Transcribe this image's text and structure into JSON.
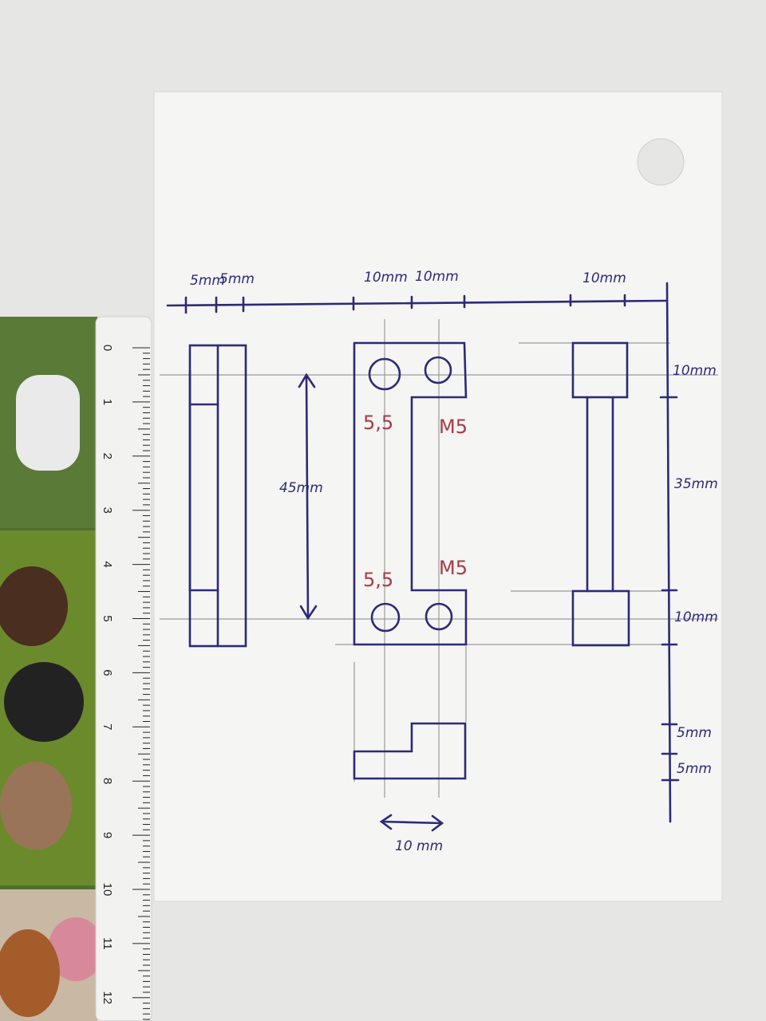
{
  "drawing": {
    "top_dimensions": {
      "left_view": [
        "5mm",
        "5mm"
      ],
      "front_view": [
        "10mm",
        "10mm"
      ],
      "right_view": "10mm"
    },
    "right_dimensions": [
      "10mm",
      "35mm",
      "10mm",
      "5mm",
      "5mm"
    ],
    "height_dimension": "45mm",
    "bottom_dimension": "10 mm",
    "hole_labels": {
      "top_left": "5,5",
      "top_right": "M5",
      "bottom_left": "5,5",
      "bottom_right": "M5"
    }
  },
  "ruler": {
    "numbers": [
      "0",
      "1",
      "2",
      "3",
      "4",
      "5",
      "6",
      "7",
      "8",
      "9",
      "10",
      "11",
      "12"
    ]
  },
  "colors": {
    "ink": "#2c2a78",
    "red_ink": "#a83a48",
    "paper": "#f5f5f3"
  }
}
